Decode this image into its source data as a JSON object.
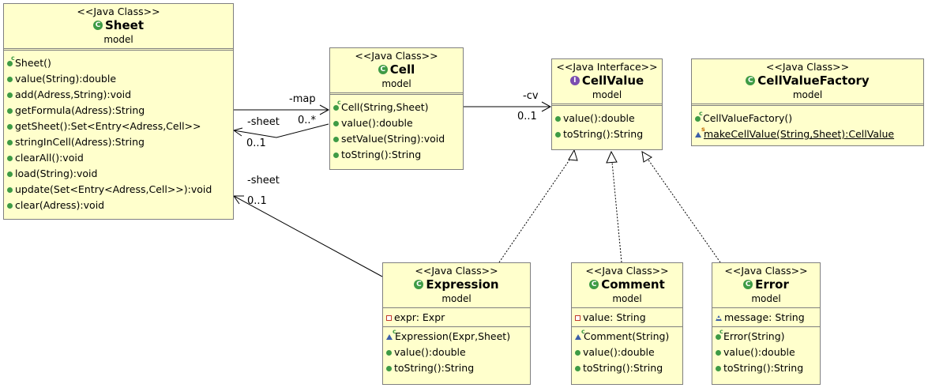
{
  "classes": {
    "sheet": {
      "stereotype": "<<Java Class>>",
      "name": "Sheet",
      "package": "model",
      "methods": [
        "Sheet()",
        "value(String):double",
        "add(Adress,String):void",
        "getFormula(Adress):String",
        "getSheet():Set<Entry<Adress,Cell>>",
        "stringInCell(Adress):String",
        "clearAll():void",
        "load(String):void",
        "update(Set<Entry<Adress,Cell>>):void",
        "clear(Adress):void"
      ]
    },
    "cell": {
      "stereotype": "<<Java Class>>",
      "name": "Cell",
      "package": "model",
      "methods": [
        "Cell(String,Sheet)",
        "value():double",
        "setValue(String):void",
        "toString():String"
      ]
    },
    "cellvalue": {
      "stereotype": "<<Java Interface>>",
      "name": "CellValue",
      "package": "model",
      "methods": [
        "value():double",
        "toString():String"
      ]
    },
    "factory": {
      "stereotype": "<<Java Class>>",
      "name": "CellValueFactory",
      "package": "model",
      "methods": [
        "CellValueFactory()",
        "makeCellValue(String,Sheet):CellValue"
      ]
    },
    "expression": {
      "stereotype": "<<Java Class>>",
      "name": "Expression",
      "package": "model",
      "fields": [
        "expr: Expr"
      ],
      "methods": [
        "Expression(Expr,Sheet)",
        "value():double",
        "toString():String"
      ]
    },
    "comment": {
      "stereotype": "<<Java Class>>",
      "name": "Comment",
      "package": "model",
      "fields": [
        "value: String"
      ],
      "methods": [
        "Comment(String)",
        "value():double",
        "toString():String"
      ]
    },
    "error": {
      "stereotype": "<<Java Class>>",
      "name": "Error",
      "package": "model",
      "fields": [
        "message: String"
      ],
      "methods": [
        "Error(String)",
        "value():double",
        "toString():String"
      ]
    }
  },
  "icons": {
    "class_icon": "C",
    "interface_icon": "I"
  },
  "associations": {
    "map_role": "-map",
    "map_mult": "0..*",
    "sheet_role_cell": "-sheet",
    "sheet_mult_cell": "0..1",
    "cv_role": "-cv",
    "cv_mult": "0..1",
    "sheet_role_expr": "-sheet",
    "sheet_mult_expr": "0..1"
  },
  "colors": {
    "box_fill": "#ffffcc",
    "box_border": "#7f7f7f",
    "public_icon": "#3e9b45",
    "interface_icon": "#7b4db0",
    "private_icon": "#c0392b",
    "package_icon": "#3b5ea8"
  }
}
